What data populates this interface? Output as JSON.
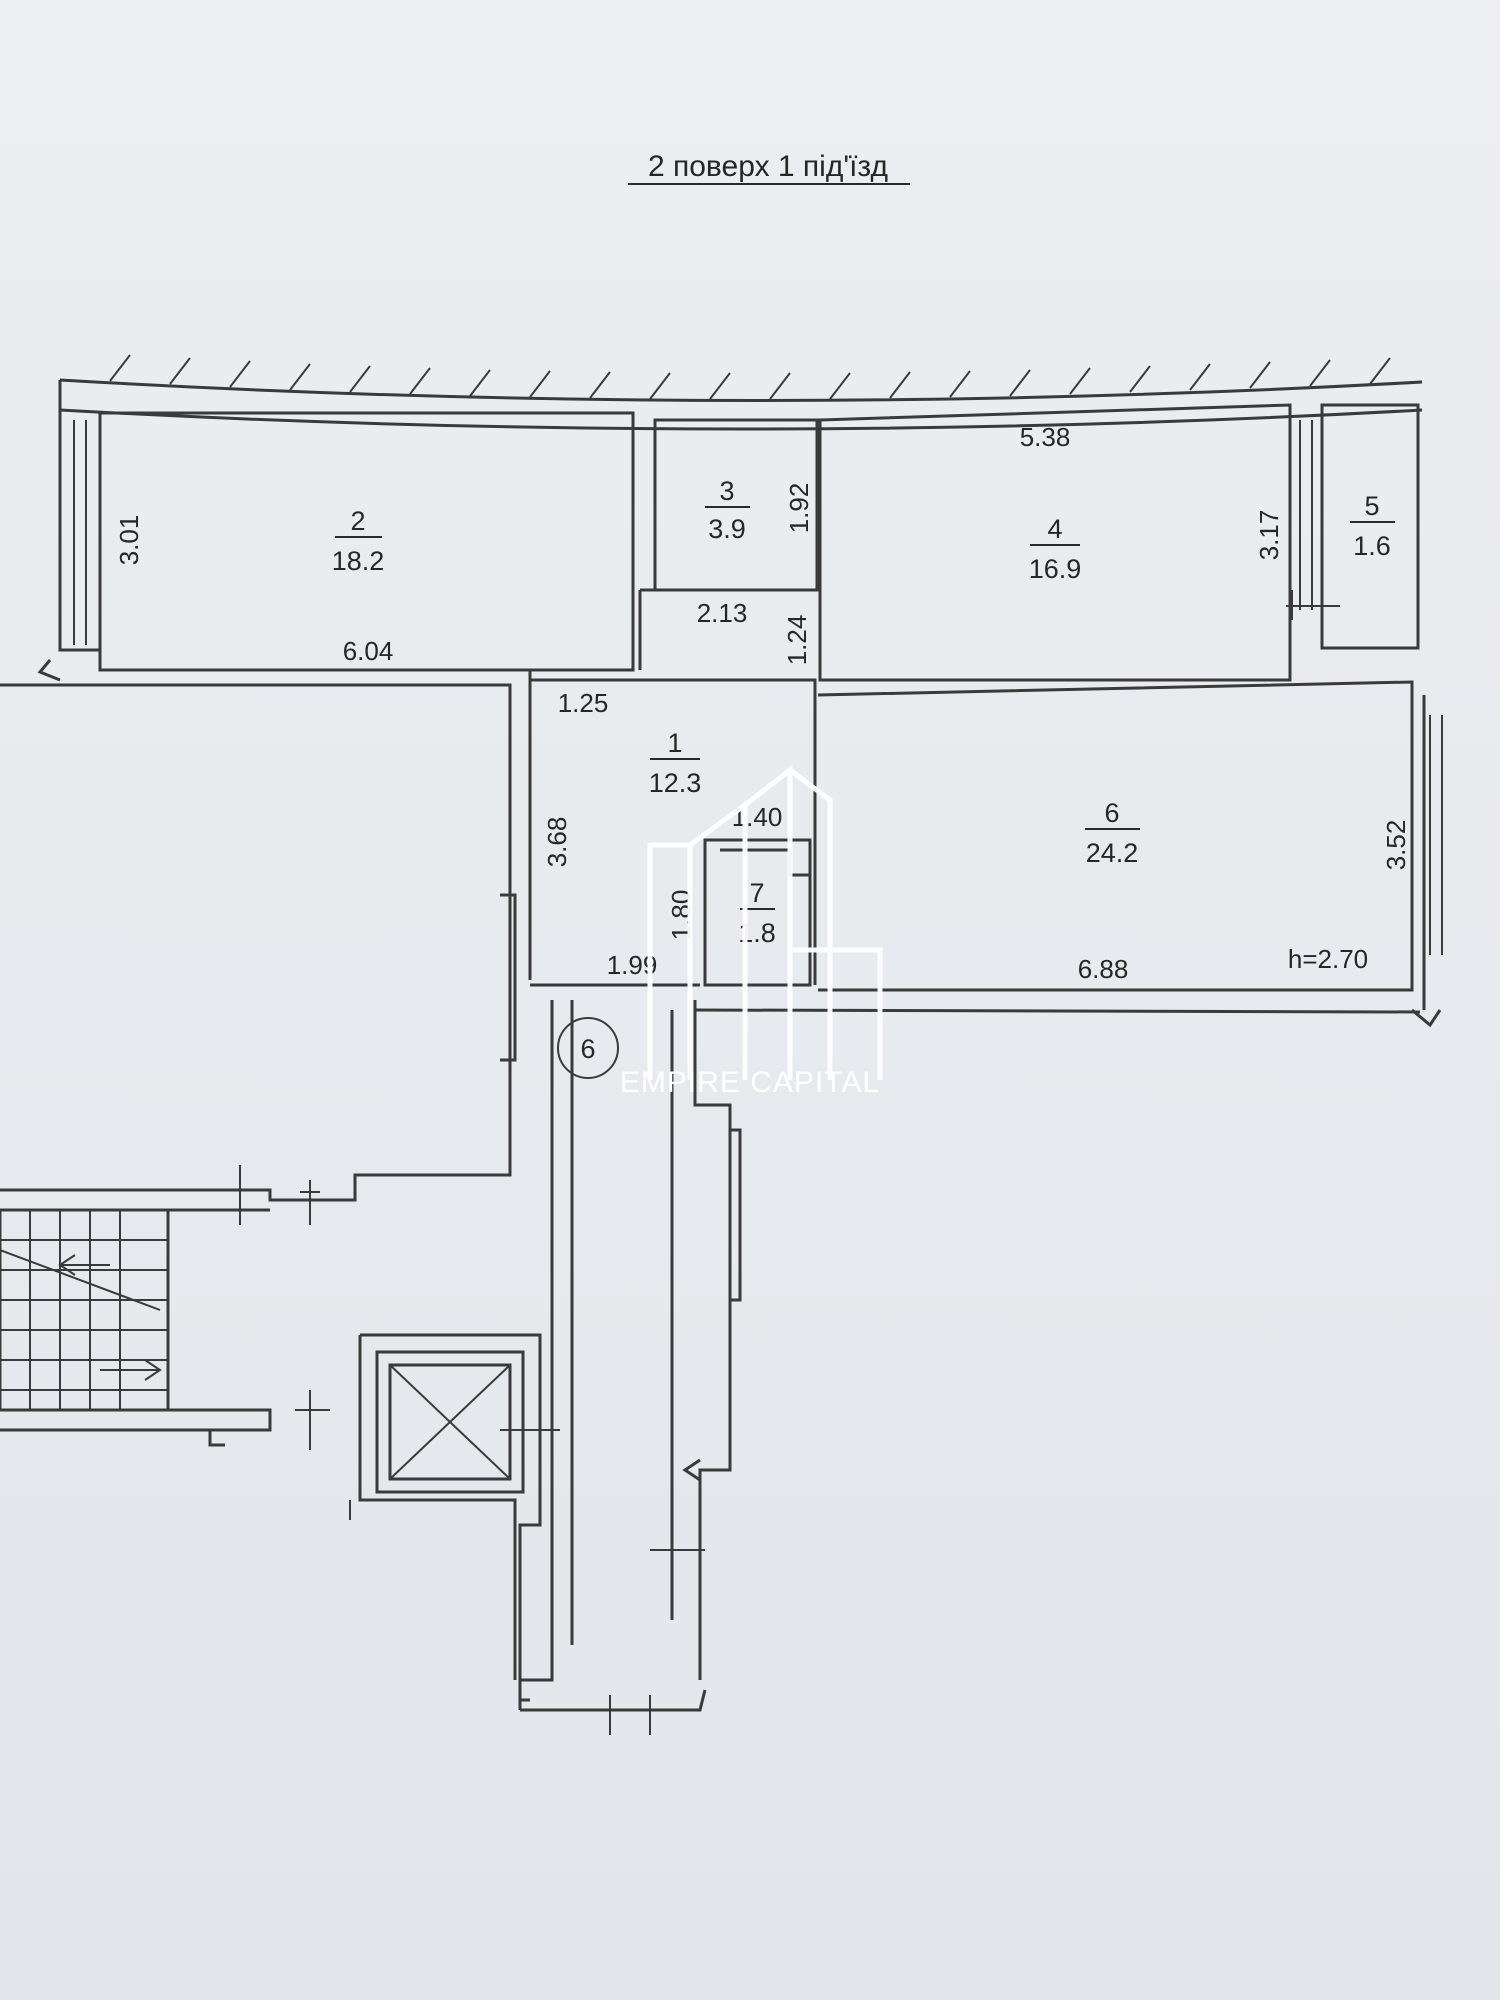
{
  "title": "2 поверх 1 під'їзд",
  "rooms": [
    {
      "id": "1",
      "area": "12.3"
    },
    {
      "id": "2",
      "area": "18.2"
    },
    {
      "id": "3",
      "area": "3.9"
    },
    {
      "id": "4",
      "area": "16.9"
    },
    {
      "id": "5",
      "area": "1.6"
    },
    {
      "id": "6",
      "area": "24.2"
    },
    {
      "id": "7",
      "area": "1.8"
    }
  ],
  "dimensions": {
    "room2_height": "3.01",
    "room2_width": "6.04",
    "room3_height": "1.92",
    "room3_width": "2.13",
    "room4_width": "5.38",
    "room4_height": "3.17",
    "corridor_1_24": "1.24",
    "room1_1_25": "1.25",
    "room1_height": "3.68",
    "room1_width": "1.99",
    "room7_width": "1.40",
    "room7_height": "1.80",
    "room6_height": "3.52",
    "room6_width": "6.88",
    "ceiling_height": "h=2.70"
  },
  "stair_marker": "6",
  "watermark": "EMPIRE CAPITAL",
  "colors": {
    "line": "#3a3a3a",
    "paper": "#e9ecef",
    "watermark": "#ffffff"
  }
}
